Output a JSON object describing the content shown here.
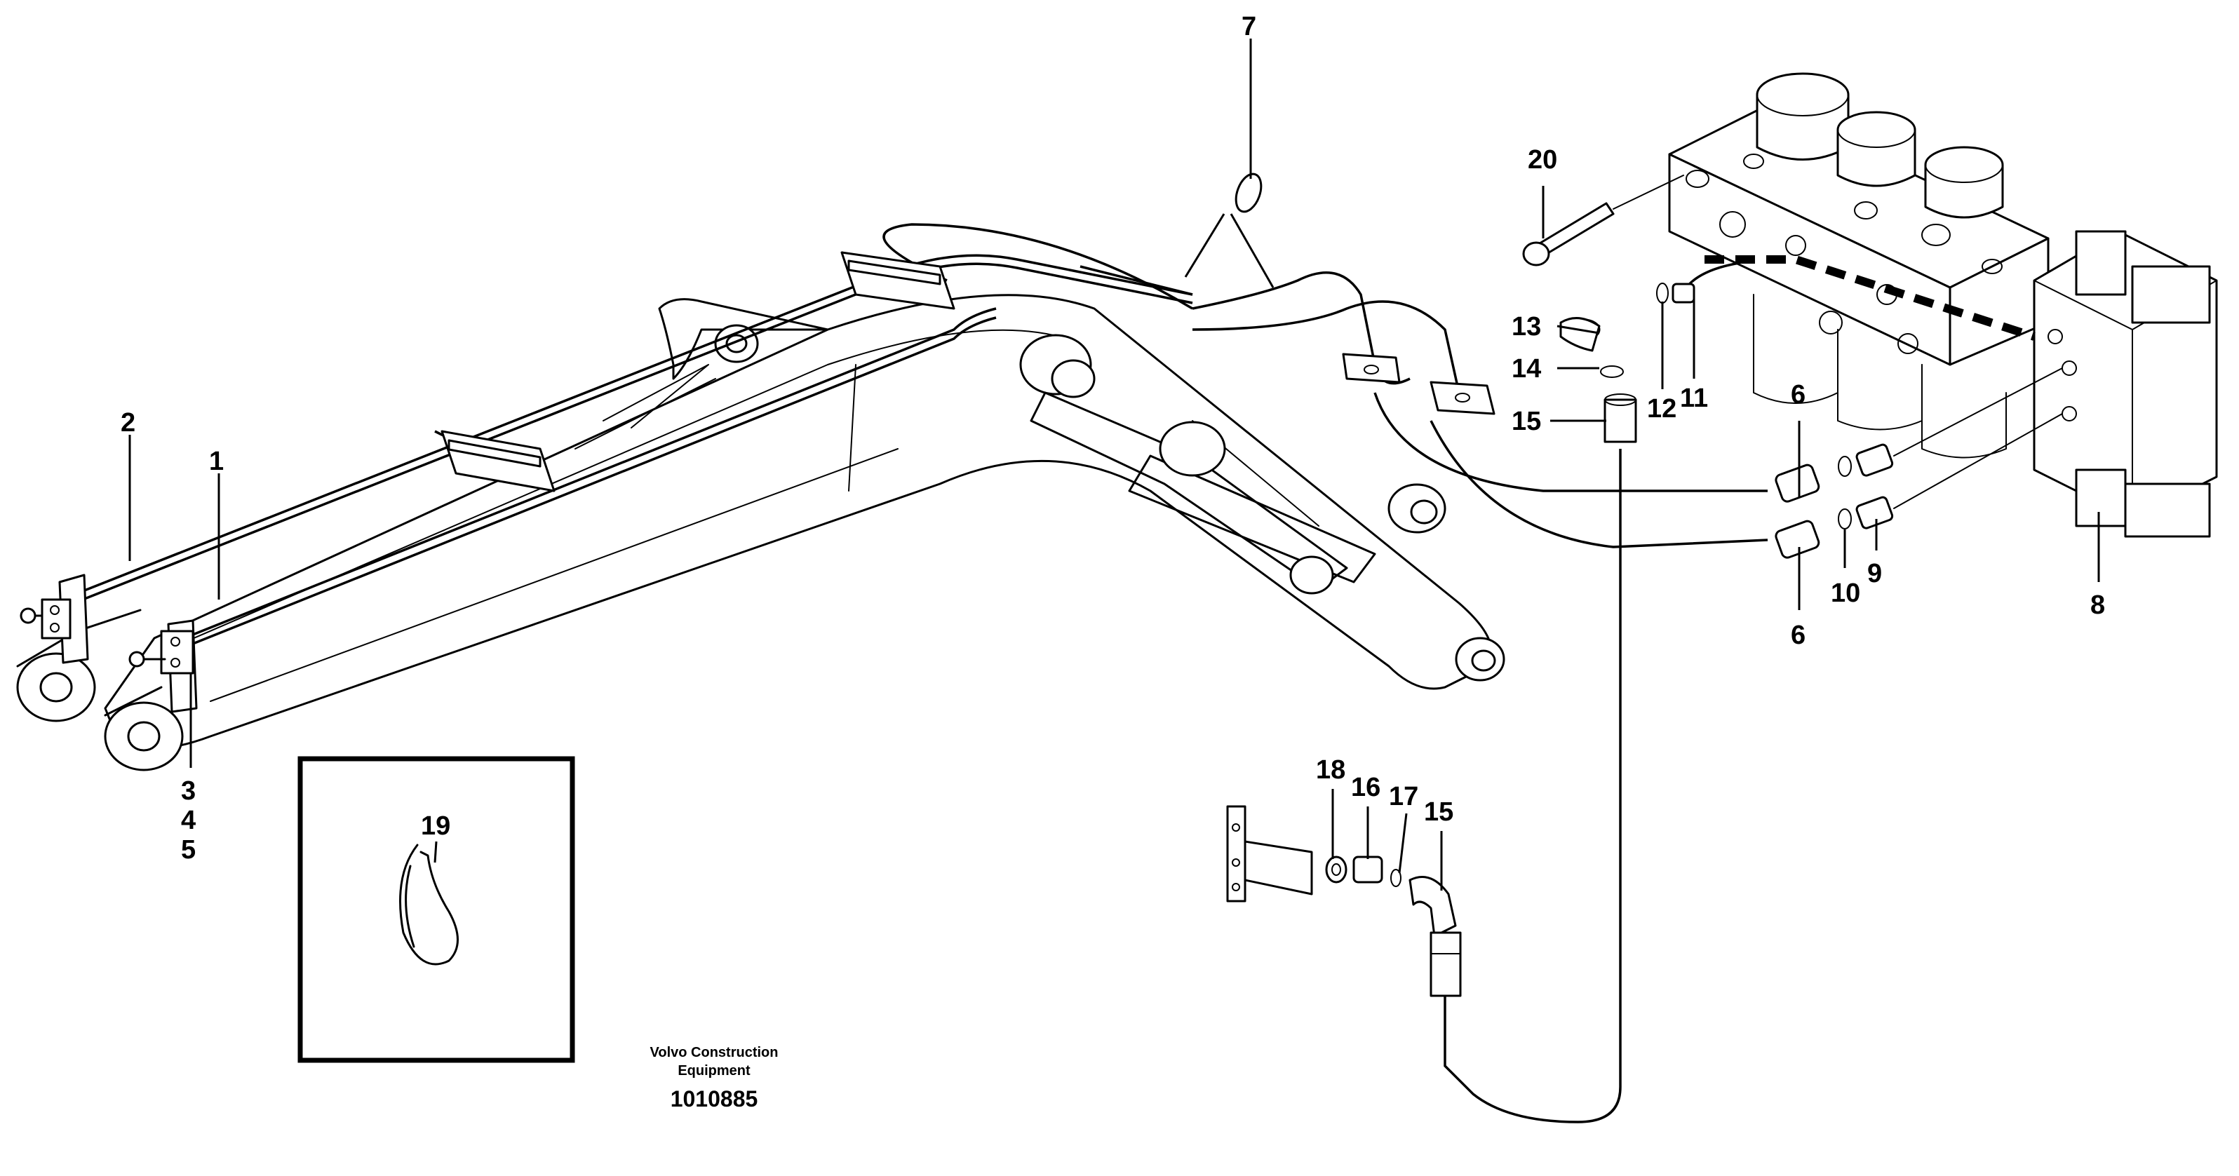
{
  "labels": {
    "p1": "1",
    "p2": "2",
    "p3": "3",
    "p4": "4",
    "p5": "5",
    "p6a": "6",
    "p6b": "6",
    "p7": "7",
    "p8": "8",
    "p9": "9",
    "p10": "10",
    "p11": "11",
    "p12": "12",
    "p13": "13",
    "p14": "14",
    "p15a": "15",
    "p15b": "15",
    "p16": "16",
    "p17": "17",
    "p18": "18",
    "p19": "19",
    "p20": "20"
  },
  "caption": {
    "line1": "Volvo Construction",
    "line2": "Equipment",
    "code": "1010885"
  }
}
